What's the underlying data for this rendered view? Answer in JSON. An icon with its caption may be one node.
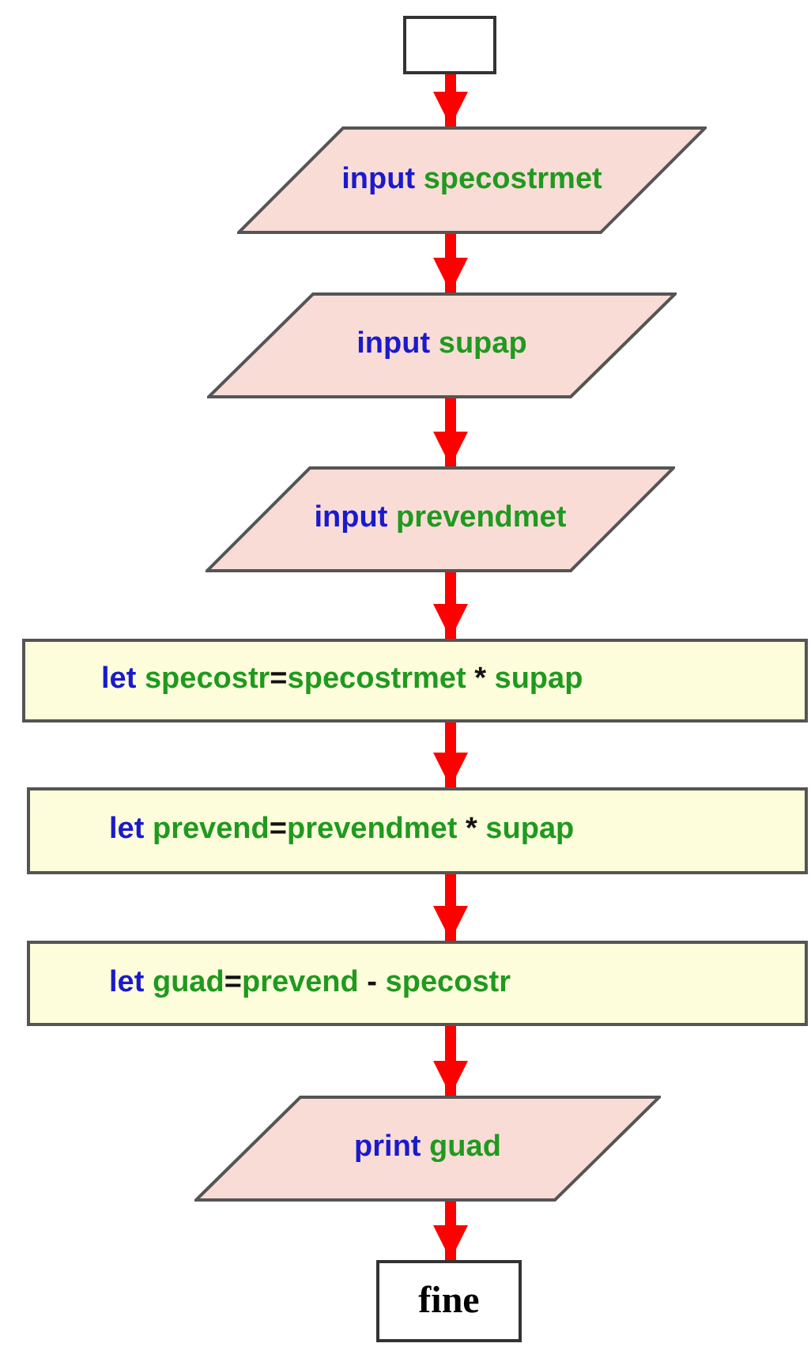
{
  "diagram": {
    "nodes": [
      {
        "text": [],
        "shape": "box"
      },
      {
        "text": [
          "input",
          "specostrmet"
        ]
      },
      {
        "text": [
          "input",
          "supap"
        ]
      },
      {
        "text": [
          "input",
          "prevendmet"
        ]
      },
      {
        "text": [
          "let",
          "specostr=specostrmet * supap"
        ]
      },
      {
        "text": [
          "let",
          "prevend=prevendmet * supap"
        ]
      },
      {
        "text": [
          "let",
          "guad=prevend - specostr"
        ]
      },
      {
        "text": [
          "print",
          "guad"
        ]
      },
      {
        "text": [
          "fine"
        ]
      }
    ],
    "edges": [
      {
        "from": 0,
        "to": 1,
        "arrow": "to"
      },
      {
        "from": 1,
        "to": 2,
        "arrow": "to"
      },
      {
        "from": 2,
        "to": 3,
        "arrow": "to"
      },
      {
        "from": 3,
        "to": 4,
        "arrow": "to"
      },
      {
        "from": 4,
        "to": 5,
        "arrow": "to"
      },
      {
        "from": 5,
        "to": 6,
        "arrow": "to"
      },
      {
        "from": 6,
        "to": 7,
        "arrow": "to"
      },
      {
        "from": 7,
        "to": 8,
        "arrow": "to"
      }
    ]
  }
}
